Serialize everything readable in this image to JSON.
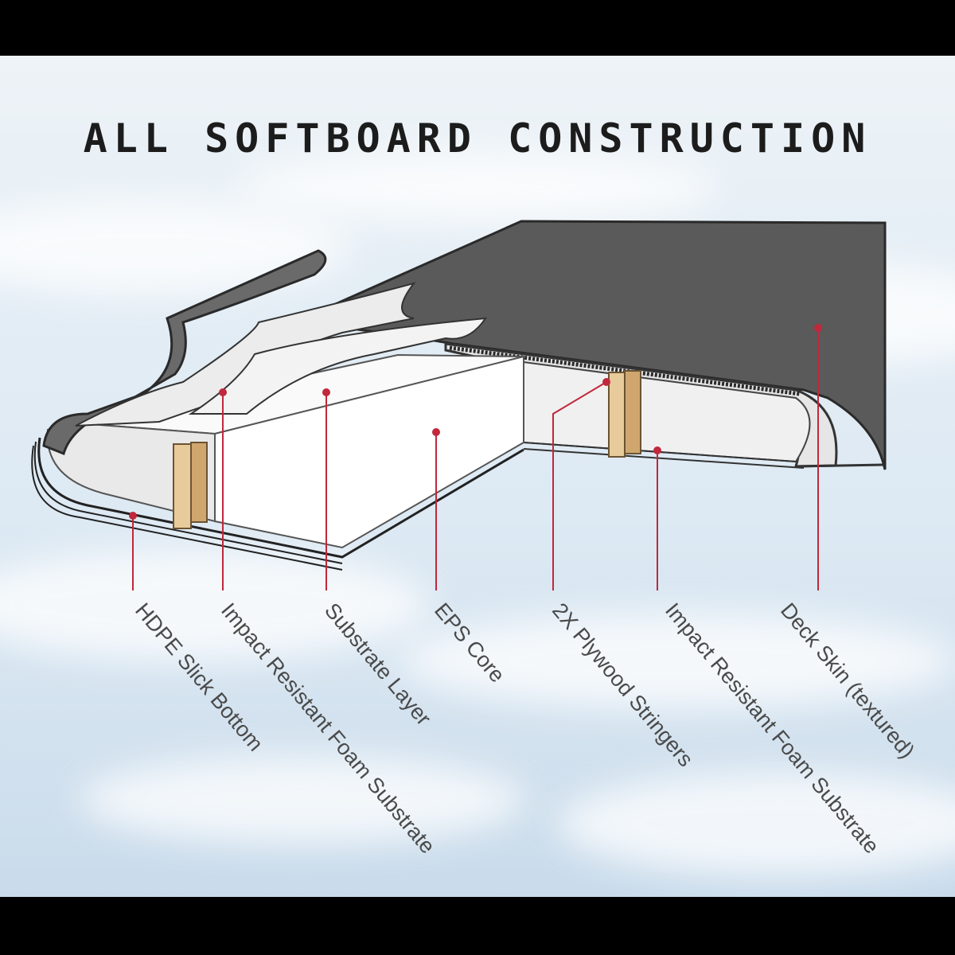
{
  "title": "ALL SOFTBOARD CONSTRUCTION",
  "labels": {
    "hdpe": "HDPE Slick Bottom",
    "impact_left": "Impact Resistant Foam Substrate",
    "substrate": "Substrate Layer",
    "eps": "EPS Core",
    "stringers": "2X Plywood Stringers",
    "impact_right": "Impact Resistant Foam Substrate",
    "deck": "Deck Skin (textured)"
  },
  "colors": {
    "leader": "#c0283c",
    "deck_skin": "#555555",
    "plywood": "#d7b585"
  }
}
